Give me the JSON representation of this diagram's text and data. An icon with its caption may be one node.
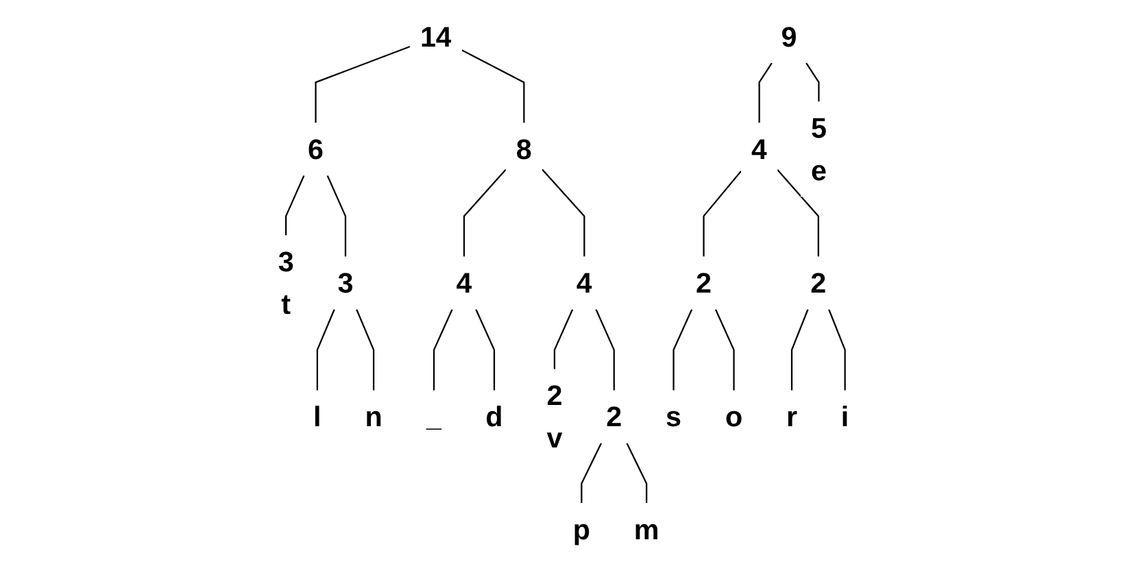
{
  "diagram": {
    "nodes": [
      {
        "text": [
          "14"
        ]
      },
      {
        "text": [
          "8"
        ]
      },
      {
        "text": [
          "9"
        ]
      },
      {
        "text": [
          "6"
        ]
      },
      {
        "text": [
          "4"
        ]
      },
      {
        "text": [
          "4"
        ]
      },
      {
        "text": [
          "3",
          "t"
        ]
      },
      {
        "text": [
          "3"
        ]
      },
      {
        "text": [
          "4"
        ]
      },
      {
        "text": [
          "2",
          "v"
        ]
      },
      {
        "text": [
          "2"
        ]
      },
      {
        "text": [
          "2"
        ]
      },
      {
        "text": [
          "2"
        ]
      },
      {
        "text": [
          "5",
          "e"
        ]
      },
      {
        "text": [
          "l"
        ]
      },
      {
        "text": [
          "n"
        ]
      },
      {
        "text": [
          "_"
        ]
      },
      {
        "text": [
          "d"
        ]
      },
      {
        "text": [
          "p"
        ]
      },
      {
        "text": [
          "m"
        ]
      },
      {
        "text": [
          "s"
        ]
      },
      {
        "text": [
          "o"
        ]
      },
      {
        "text": [
          "r"
        ]
      },
      {
        "text": [
          "i"
        ]
      }
    ],
    "edges": [
      {
        "from": 0,
        "to": 3,
        "arrow": "none"
      },
      {
        "from": 0,
        "to": 1,
        "arrow": "none"
      },
      {
        "from": 1,
        "to": 8,
        "arrow": "none"
      },
      {
        "from": 1,
        "to": 4,
        "arrow": "none"
      },
      {
        "from": 2,
        "to": 5,
        "arrow": "none"
      },
      {
        "from": 2,
        "to": 13,
        "arrow": "none"
      },
      {
        "from": 3,
        "to": 6,
        "arrow": "none"
      },
      {
        "from": 3,
        "to": 7,
        "arrow": "none"
      },
      {
        "from": 4,
        "to": 9,
        "arrow": "none"
      },
      {
        "from": 4,
        "to": 10,
        "arrow": "none"
      },
      {
        "from": 5,
        "to": 11,
        "arrow": "none"
      },
      {
        "from": 5,
        "to": 12,
        "arrow": "none"
      },
      {
        "from": 7,
        "to": 14,
        "arrow": "none"
      },
      {
        "from": 7,
        "to": 15,
        "arrow": "none"
      },
      {
        "from": 8,
        "to": 16,
        "arrow": "none"
      },
      {
        "from": 8,
        "to": 17,
        "arrow": "none"
      },
      {
        "from": 10,
        "to": 18,
        "arrow": "none"
      },
      {
        "from": 10,
        "to": 19,
        "arrow": "none"
      },
      {
        "from": 11,
        "to": 20,
        "arrow": "none"
      },
      {
        "from": 11,
        "to": 21,
        "arrow": "none"
      },
      {
        "from": 12,
        "to": 22,
        "arrow": "none"
      },
      {
        "from": 12,
        "to": 23,
        "arrow": "none"
      }
    ]
  }
}
